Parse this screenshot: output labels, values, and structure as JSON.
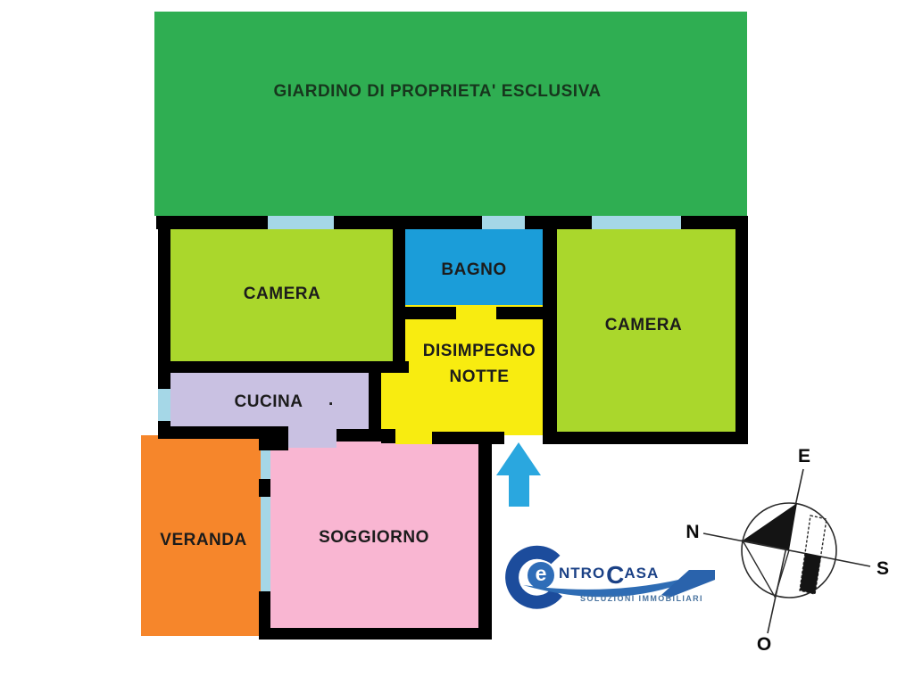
{
  "floor_plan": {
    "garden_label": "GIARDINO DI PROPRIETA' ESCLUSIVA",
    "rooms": {
      "camera_left": {
        "label": "CAMERA"
      },
      "bagno": {
        "label": "BAGNO"
      },
      "camera_right": {
        "label": "CAMERA"
      },
      "disimpegno": {
        "label_line1": "DISIMPEGNO",
        "label_line2": "NOTTE"
      },
      "cucina": {
        "label": "CUCINA",
        "stray_dot": "."
      },
      "veranda": {
        "label": "VERANDA"
      },
      "soggiorno": {
        "label": "SOGGIORNO"
      }
    },
    "colors": {
      "garden": "#2fae52",
      "camera": "#aad72c",
      "bagno": "#1b9dd9",
      "disimpegno": "#f8ec10",
      "cucina": "#c9c1e2",
      "veranda": "#f6862b",
      "soggiorno": "#f9b6d2",
      "walls": "#000000",
      "windows": "#a5d7e7",
      "entrance_arrow": "#2aa7df"
    }
  },
  "compass": {
    "top": "E",
    "left": "N",
    "right": "S",
    "bottom": "O"
  },
  "logo": {
    "badge_letter": "e",
    "ntro": "NTRO",
    "casa_c": "C",
    "casa_rest": "ASA",
    "tagline": "SOLUZIONI IMMOBILIARI"
  }
}
